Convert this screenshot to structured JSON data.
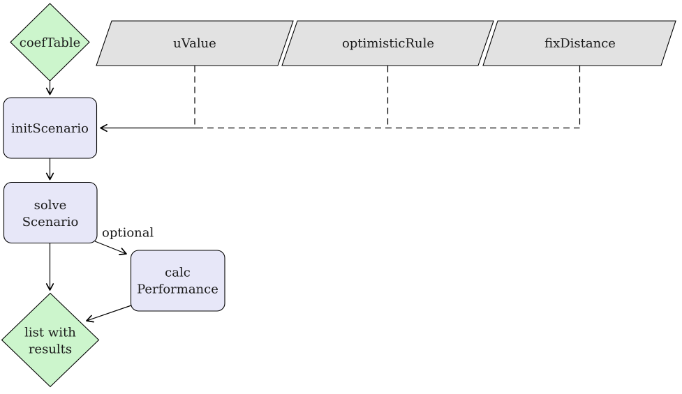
{
  "colors": {
    "data_node_fill": "#ccf5cc",
    "input_node_fill": "#e2e2e2",
    "process_node_fill": "#e7e7f8",
    "node_stroke": "#000000",
    "edge_color": "#000000",
    "text_color": "#1a1a1a",
    "background": "#ffffff"
  },
  "nodes": {
    "coef_table": {
      "label": "coefTable",
      "shape": "diamond"
    },
    "u_value": {
      "label": "uValue",
      "shape": "parallelogram"
    },
    "optimistic_rule": {
      "label": "optimisticRule",
      "shape": "parallelogram"
    },
    "fix_distance": {
      "label": "fixDistance",
      "shape": "parallelogram"
    },
    "init_scenario": {
      "label": "initScenario",
      "shape": "rounded-rect"
    },
    "solve_scenario": {
      "line1": "solve",
      "line2": "Scenario",
      "shape": "rounded-rect"
    },
    "calc_performance": {
      "line1": "calc",
      "line2": "Performance",
      "shape": "rounded-rect"
    },
    "results": {
      "line1": "list with",
      "line2": "results",
      "shape": "diamond"
    }
  },
  "edge_labels": {
    "optional": "optional"
  }
}
